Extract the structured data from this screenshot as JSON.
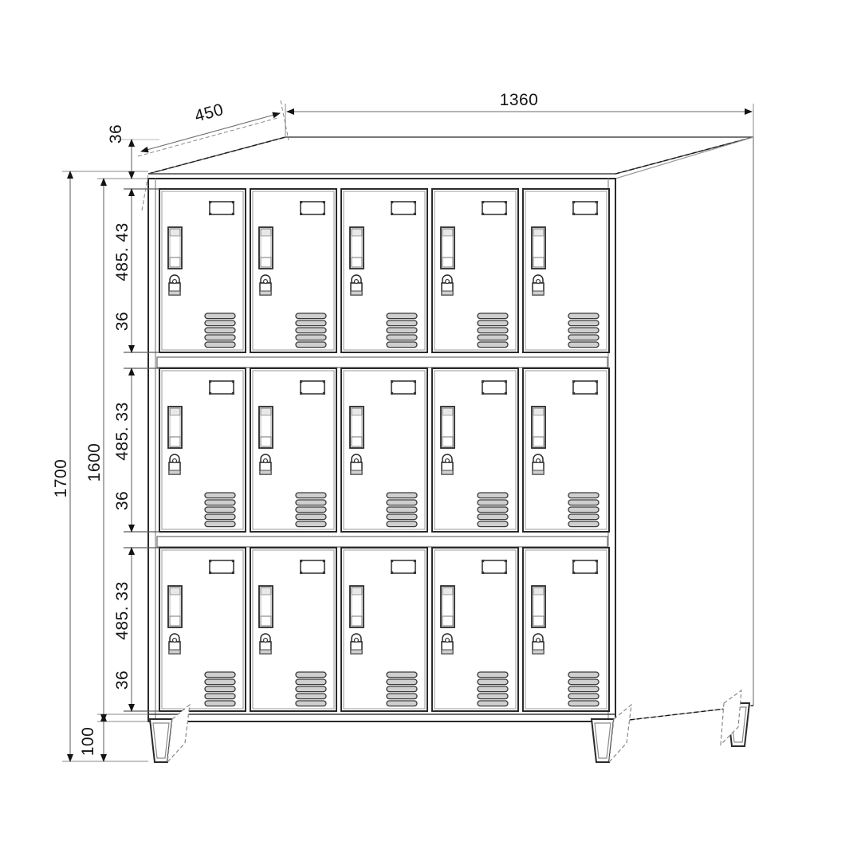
{
  "drawing": {
    "title": "Steel Locker Cabinet - Elevation / Isometric Dimensioned Drawing",
    "units": "mm",
    "view": "front elevation with right-side perspective",
    "background_color": "#ffffff",
    "line_color": "#1a1a1a",
    "thin_line_color": "#8a8a8a",
    "fill_color": "#ffffff",
    "shade_color": "#d8d8d8"
  },
  "dimensions": {
    "overall_height": "1700",
    "body_height": "1600",
    "overall_width": "1360",
    "depth": "450",
    "top_thickness": "36",
    "leg_height": "100",
    "rows": [
      {
        "label": "485. 43",
        "divider": "36"
      },
      {
        "label": "485. 33",
        "divider": "36"
      },
      {
        "label": "485. 33",
        "divider": "36"
      }
    ],
    "top_offset_label": "36"
  },
  "cabinet": {
    "columns": 5,
    "rows": 3,
    "total_compartments": 15,
    "door_features": [
      "card-holder",
      "door-handle",
      "cam-lock",
      "ventilation-slots"
    ],
    "vent_slot_count": 5,
    "legs_front": 2,
    "legs_rear": 1
  },
  "labels": {
    "overall_height": "1700",
    "body_height": "1600",
    "overall_width": "1360",
    "depth": "450",
    "top_thickness": "36",
    "leg_height": "100",
    "row_top": "485. 43",
    "row_middle": "485. 33",
    "row_bottom": "485. 33",
    "divider_1": "36",
    "divider_2": "36",
    "divider_3": "36",
    "top_gap": "36"
  }
}
